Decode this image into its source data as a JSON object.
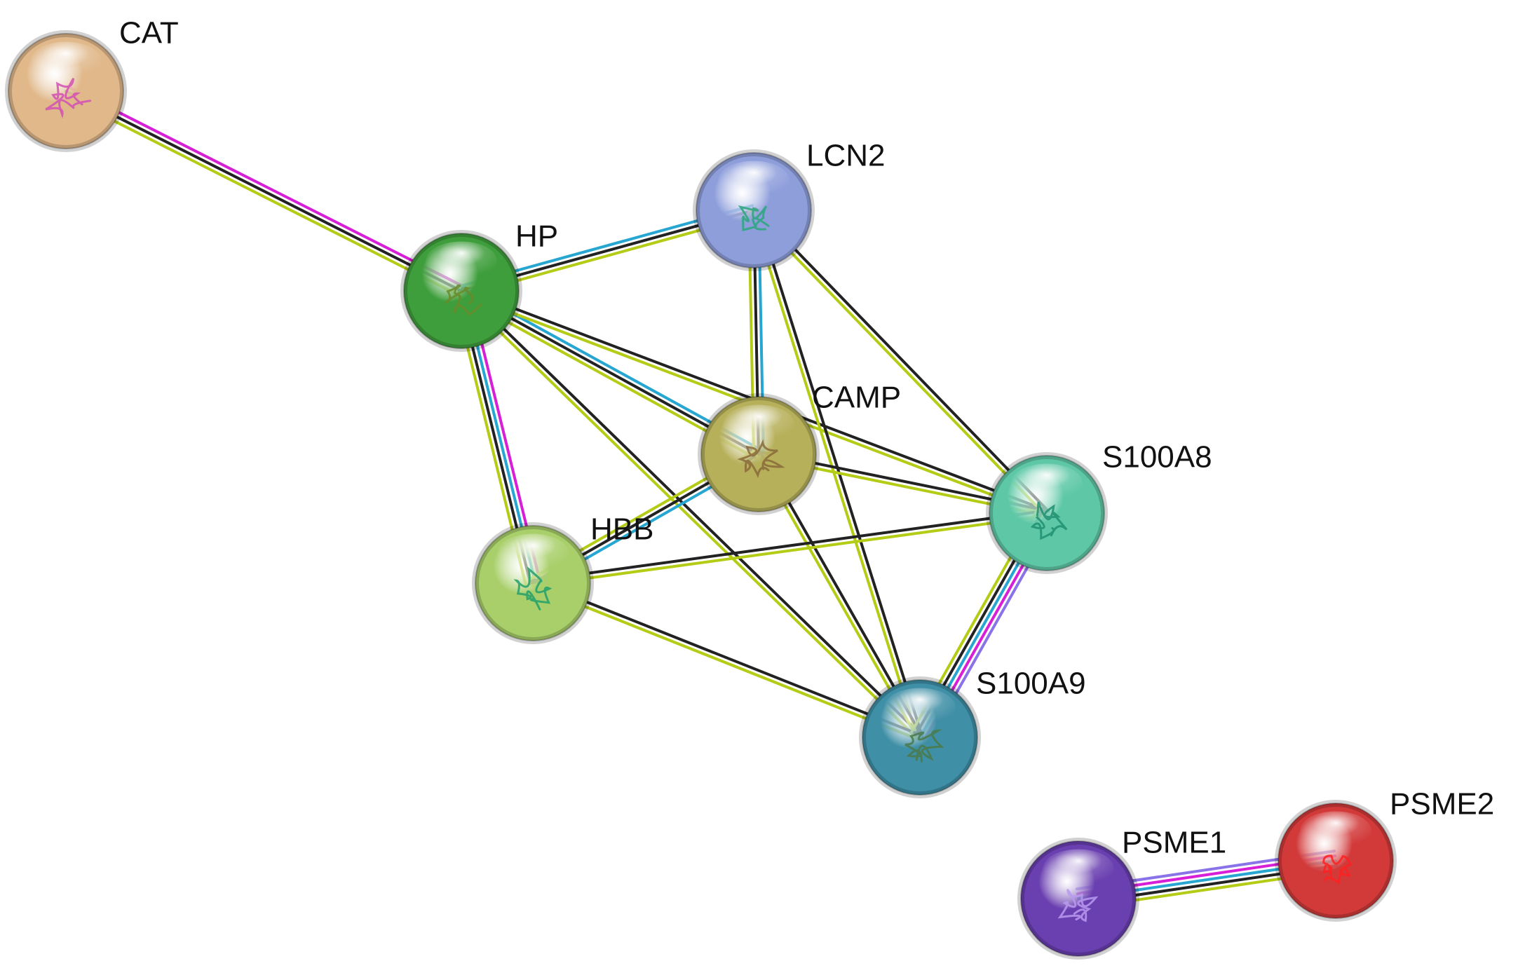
{
  "colors": {
    "background": "#ffffff",
    "text": "#111111",
    "evidence": {
      "textmining": "#b5cc16",
      "coexpression": "#222222",
      "database": "#26a6d1",
      "experiment": "#d81fd8",
      "homology": "#8a73e8"
    }
  },
  "nodes": [
    {
      "id": "CAT",
      "label": "CAT",
      "color": "#e0b88a",
      "structure_color": "#d24fb5",
      "structure_icon": "protein-structure-icon"
    },
    {
      "id": "HP",
      "label": "HP",
      "color": "#3f9e3c",
      "structure_color": "#6a8a2a",
      "structure_icon": "protein-structure-icon"
    },
    {
      "id": "LCN2",
      "label": "LCN2",
      "color": "#8e9edb",
      "structure_color": "#2aa77a",
      "structure_icon": "protein-structure-icon"
    },
    {
      "id": "CAMP",
      "label": "CAMP",
      "color": "#b6b05a",
      "structure_color": "#8a6a3a",
      "structure_icon": "protein-structure-icon"
    },
    {
      "id": "S100A8",
      "label": "S100A8",
      "color": "#5ec8a6",
      "structure_color": "#1f8f70",
      "structure_icon": "protein-structure-icon"
    },
    {
      "id": "HBB",
      "label": "HBB",
      "color": "#a8cf6a",
      "structure_color": "#22a06a",
      "structure_icon": "protein-structure-icon"
    },
    {
      "id": "S100A9",
      "label": "S100A9",
      "color": "#3f8fa6",
      "structure_color": "#4a7a4a",
      "structure_icon": "protein-structure-icon"
    },
    {
      "id": "PSME1",
      "label": "PSME1",
      "color": "#6a3fb0",
      "structure_color": "#b89af0",
      "structure_icon": "protein-structure-icon"
    },
    {
      "id": "PSME2",
      "label": "PSME2",
      "color": "#d23a3a",
      "structure_color": "#ff2020",
      "structure_icon": "protein-structure-icon"
    }
  ],
  "edges": [
    {
      "source": "CAT",
      "target": "HP",
      "evidence": [
        "experiment",
        "coexpression",
        "textmining"
      ]
    },
    {
      "source": "HP",
      "target": "LCN2",
      "evidence": [
        "database",
        "coexpression",
        "textmining"
      ]
    },
    {
      "source": "HP",
      "target": "CAMP",
      "evidence": [
        "database",
        "coexpression",
        "textmining"
      ]
    },
    {
      "source": "HP",
      "target": "S100A8",
      "evidence": [
        "coexpression",
        "textmining"
      ]
    },
    {
      "source": "HP",
      "target": "HBB",
      "evidence": [
        "experiment",
        "database",
        "coexpression",
        "textmining"
      ]
    },
    {
      "source": "HP",
      "target": "S100A9",
      "evidence": [
        "coexpression",
        "textmining"
      ]
    },
    {
      "source": "LCN2",
      "target": "CAMP",
      "evidence": [
        "database",
        "coexpression",
        "textmining"
      ]
    },
    {
      "source": "LCN2",
      "target": "S100A8",
      "evidence": [
        "coexpression",
        "textmining"
      ]
    },
    {
      "source": "LCN2",
      "target": "S100A9",
      "evidence": [
        "coexpression",
        "textmining"
      ]
    },
    {
      "source": "CAMP",
      "target": "S100A8",
      "evidence": [
        "coexpression",
        "textmining"
      ]
    },
    {
      "source": "CAMP",
      "target": "HBB",
      "evidence": [
        "database",
        "coexpression",
        "textmining"
      ]
    },
    {
      "source": "CAMP",
      "target": "S100A9",
      "evidence": [
        "coexpression",
        "textmining"
      ]
    },
    {
      "source": "HBB",
      "target": "S100A8",
      "evidence": [
        "coexpression",
        "textmining"
      ]
    },
    {
      "source": "HBB",
      "target": "S100A9",
      "evidence": [
        "coexpression",
        "textmining"
      ]
    },
    {
      "source": "S100A8",
      "target": "S100A9",
      "evidence": [
        "homology",
        "experiment",
        "database",
        "coexpression",
        "textmining"
      ]
    },
    {
      "source": "PSME1",
      "target": "PSME2",
      "evidence": [
        "homology",
        "experiment",
        "database",
        "coexpression",
        "textmining"
      ]
    }
  ]
}
